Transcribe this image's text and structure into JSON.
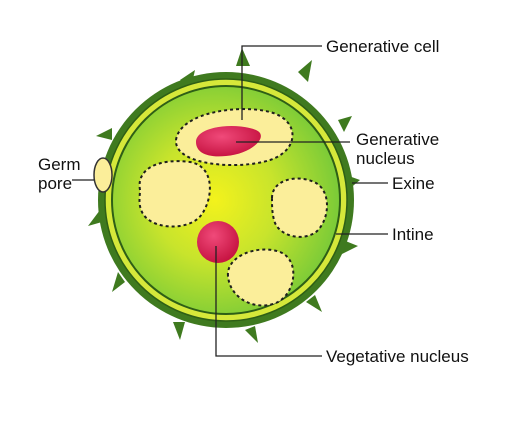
{
  "labels": {
    "generative_cell": "Generative cell",
    "generative_nucleus_line1": "Generative",
    "generative_nucleus_line2": "nucleus",
    "germ_pore_line1": "Germ",
    "germ_pore_line2": "pore",
    "exine": "Exine",
    "intine": "Intine",
    "vegetative_nucleus": "Vegetative nucleus"
  },
  "colors": {
    "exine": "#3f7a1f",
    "intine_ring": "#d6e83a",
    "cytoplasm": "#7fcf3a",
    "cytoplasm_center": "#f2f21a",
    "vacuole": "#fbee9a",
    "nucleus": "#d81b50",
    "leader": "#222222"
  }
}
